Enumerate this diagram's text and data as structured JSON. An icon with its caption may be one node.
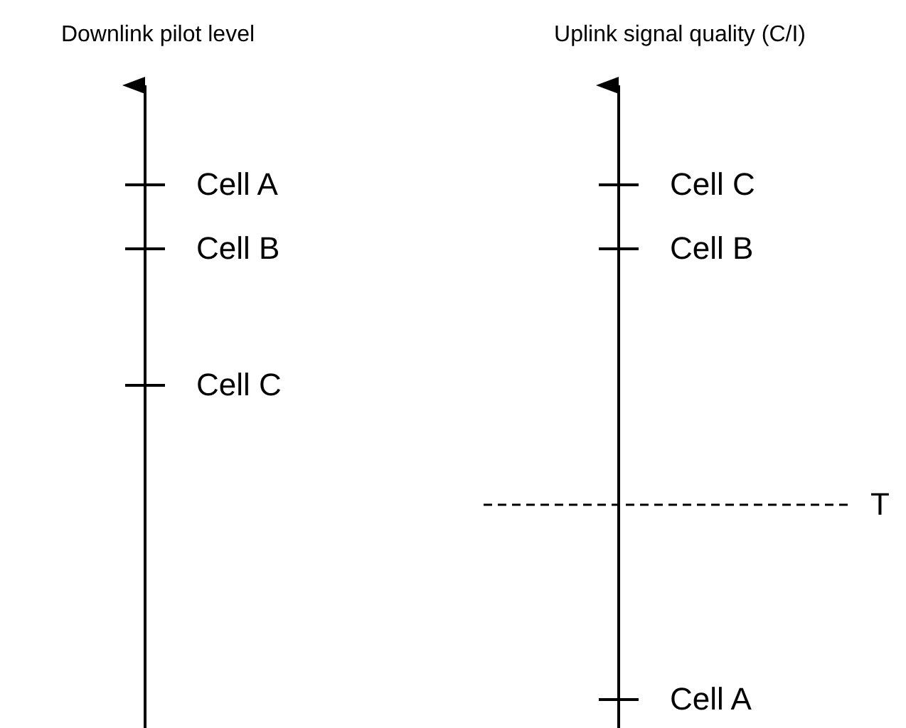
{
  "diagram": {
    "labels": [
      "Downlink pilot level",
      "Uplink signal quality (C/I)",
      "Cell A",
      "Cell C",
      "Cell B",
      "Cell B",
      "Cell C",
      "T",
      "Cell A"
    ]
  }
}
